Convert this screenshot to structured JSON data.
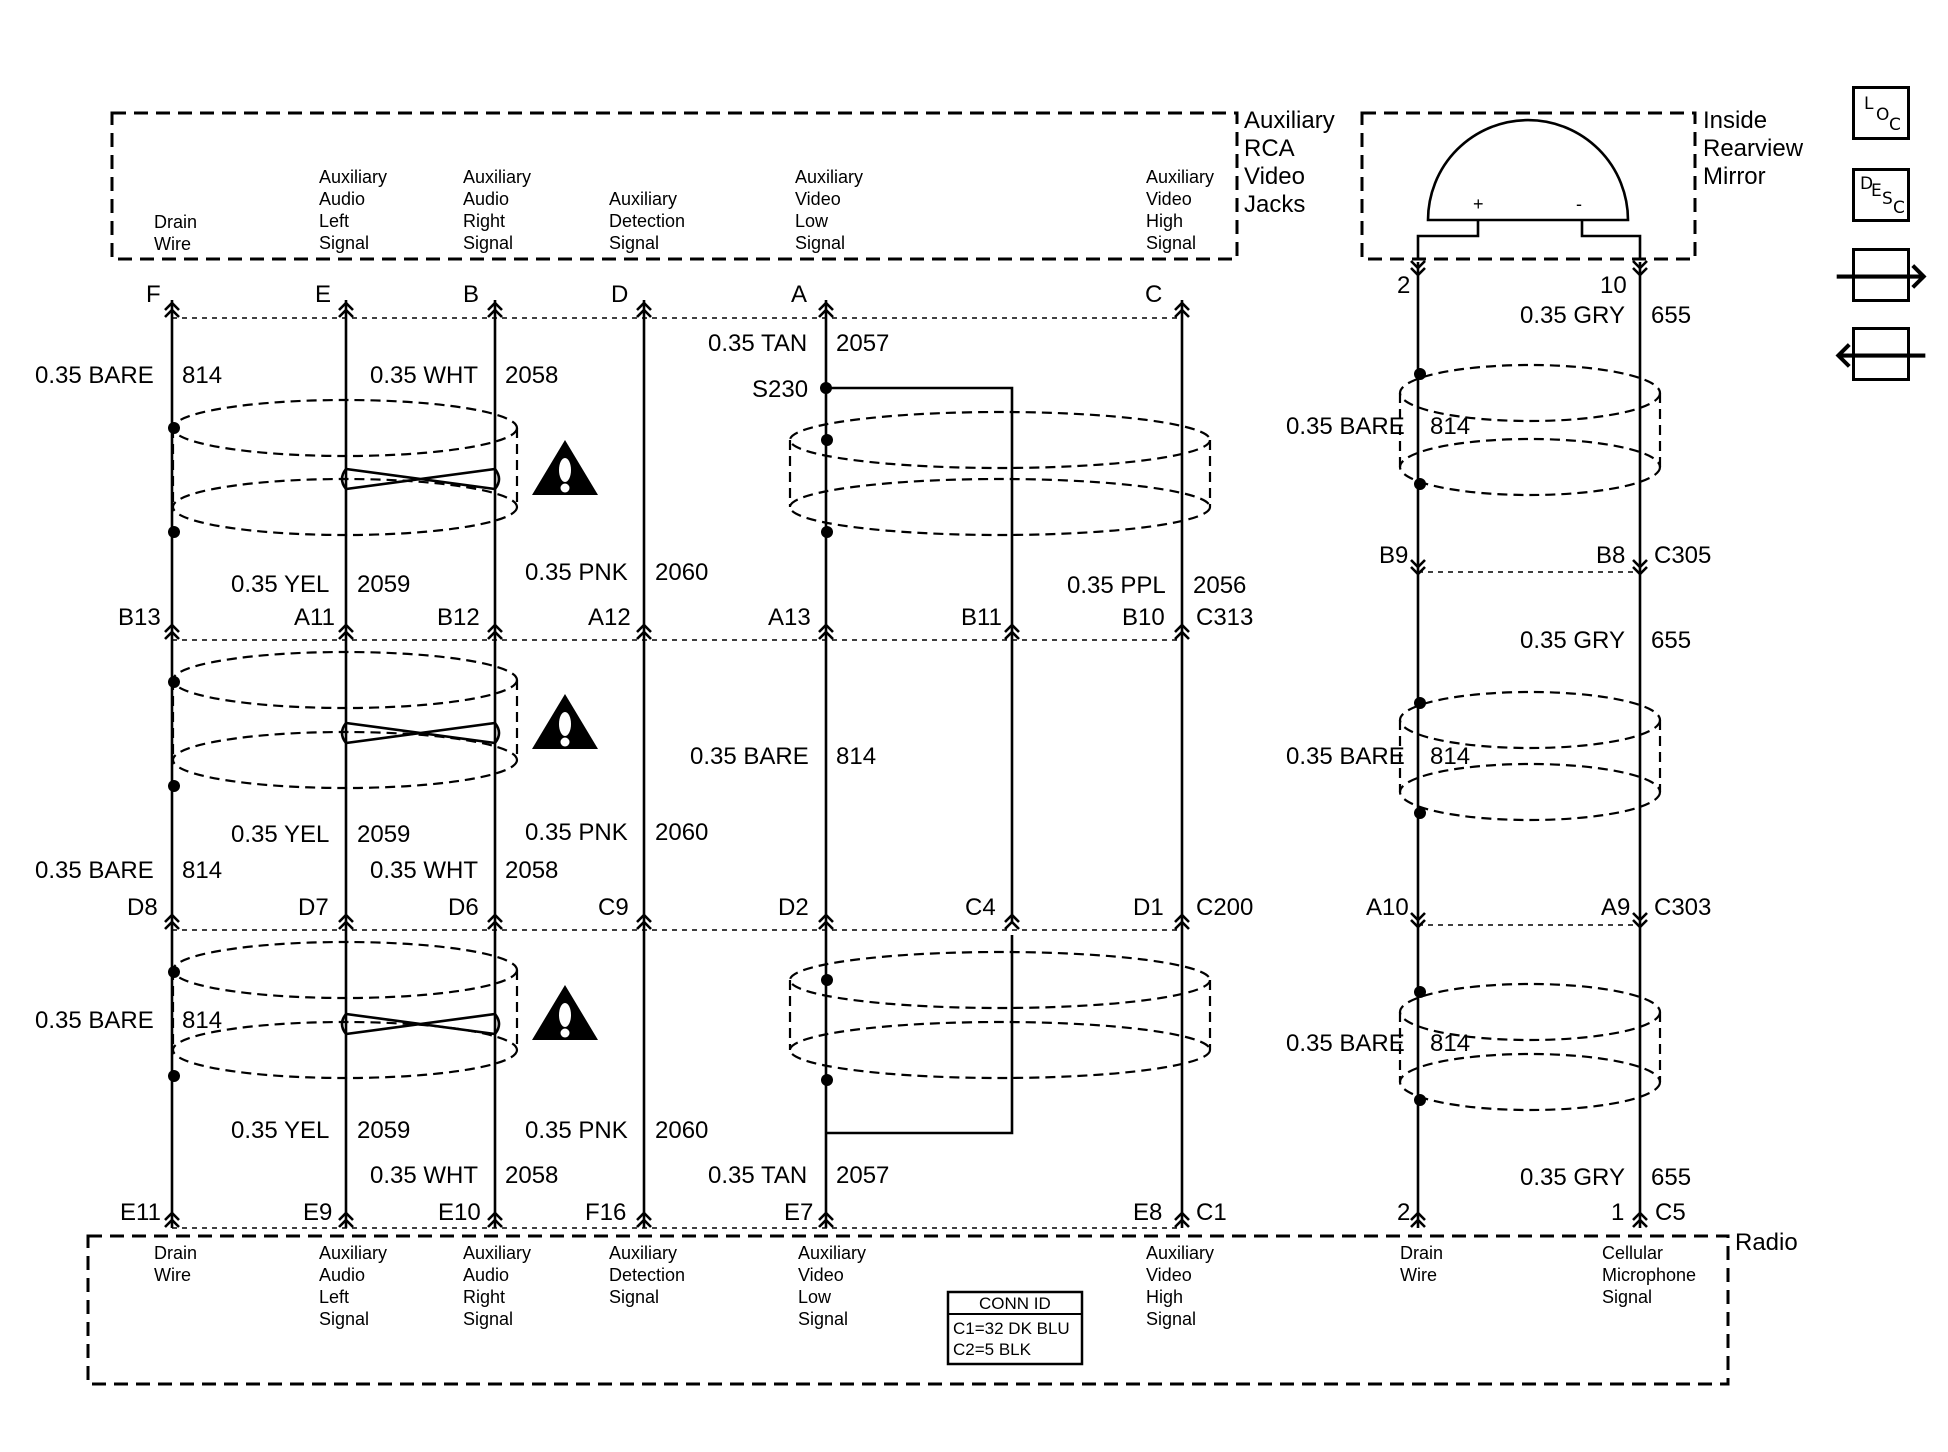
{
  "components": {
    "rca_jacks": "Auxiliary\nRCA\nVideo\nJacks",
    "mirror": "Inside\nRearview\nMirror",
    "radio": "Radio"
  },
  "top_pins": [
    {
      "id": "F",
      "desc": "Drain\nWire"
    },
    {
      "id": "E",
      "desc": "Auxiliary\nAudio\nLeft\nSignal"
    },
    {
      "id": "B",
      "desc": "Auxiliary\nAudio\nRight\nSignal"
    },
    {
      "id": "D",
      "desc": "Auxiliary\nDetection\nSignal"
    },
    {
      "id": "A",
      "desc": "Auxiliary\nVideo\nLow\nSignal"
    },
    {
      "id": "C",
      "desc": "Auxiliary\nVideo\nHigh\nSignal"
    }
  ],
  "mirror_pins": {
    "left": "2",
    "right": "10",
    "plus": "+",
    "minus": "-"
  },
  "radio_pins": [
    {
      "id": "E11",
      "desc": "Drain\nWire"
    },
    {
      "id": "E9",
      "desc": "Auxiliary\nAudio\nLeft\nSignal"
    },
    {
      "id": "E10",
      "desc": "Auxiliary\nAudio\nRight\nSignal"
    },
    {
      "id": "F16",
      "desc": "Auxiliary\nDetection\nSignal"
    },
    {
      "id": "E7",
      "desc": "Auxiliary\nVideo\nLow\nSignal"
    },
    {
      "id": "E8",
      "desc": "Auxiliary\nVideo\nHigh\nSignal"
    },
    {
      "id": "2",
      "desc": "Drain\nWire"
    },
    {
      "id": "1",
      "desc": "Cellular\nMicrophone\nSignal"
    }
  ],
  "radio_connectors": {
    "c1": "C1",
    "c5": "C5"
  },
  "conn_id": {
    "title": "CONN ID",
    "line1": "C1=32 DK BLU",
    "line2": "C2=5 BLK"
  },
  "splice": "S230",
  "inline_c313": {
    "name": "C313",
    "pins": [
      "B13",
      "A11",
      "B12",
      "A12",
      "A13",
      "B11",
      "B10"
    ]
  },
  "inline_c200": {
    "name": "C200",
    "pins": [
      "D8",
      "D7",
      "D6",
      "C9",
      "D2",
      "C4",
      "D1"
    ]
  },
  "inline_c305": {
    "name": "C305",
    "pins": [
      "B9",
      "B8"
    ]
  },
  "inline_c303": {
    "name": "C303",
    "pins": [
      "A10",
      "A9"
    ]
  },
  "wires": {
    "bare_814": {
      "gauge": "0.35 BARE",
      "circuit": "814"
    },
    "wht_2058": {
      "gauge": "0.35 WHT",
      "circuit": "2058"
    },
    "tan_2057": {
      "gauge": "0.35 TAN",
      "circuit": "2057"
    },
    "yel_2059": {
      "gauge": "0.35 YEL",
      "circuit": "2059"
    },
    "pnk_2060": {
      "gauge": "0.35 PNK",
      "circuit": "2060"
    },
    "ppl_2056": {
      "gauge": "0.35 PPL",
      "circuit": "2056"
    },
    "gry_655": {
      "gauge": "0.35 GRY",
      "circuit": "655"
    }
  },
  "nav": {
    "loc": {
      "l": "L",
      "o": "O",
      "c": "C"
    },
    "desc": {
      "d": "D",
      "e": "E",
      "s": "S",
      "c": "C"
    },
    "next": "🡒",
    "prev": "🡐"
  }
}
